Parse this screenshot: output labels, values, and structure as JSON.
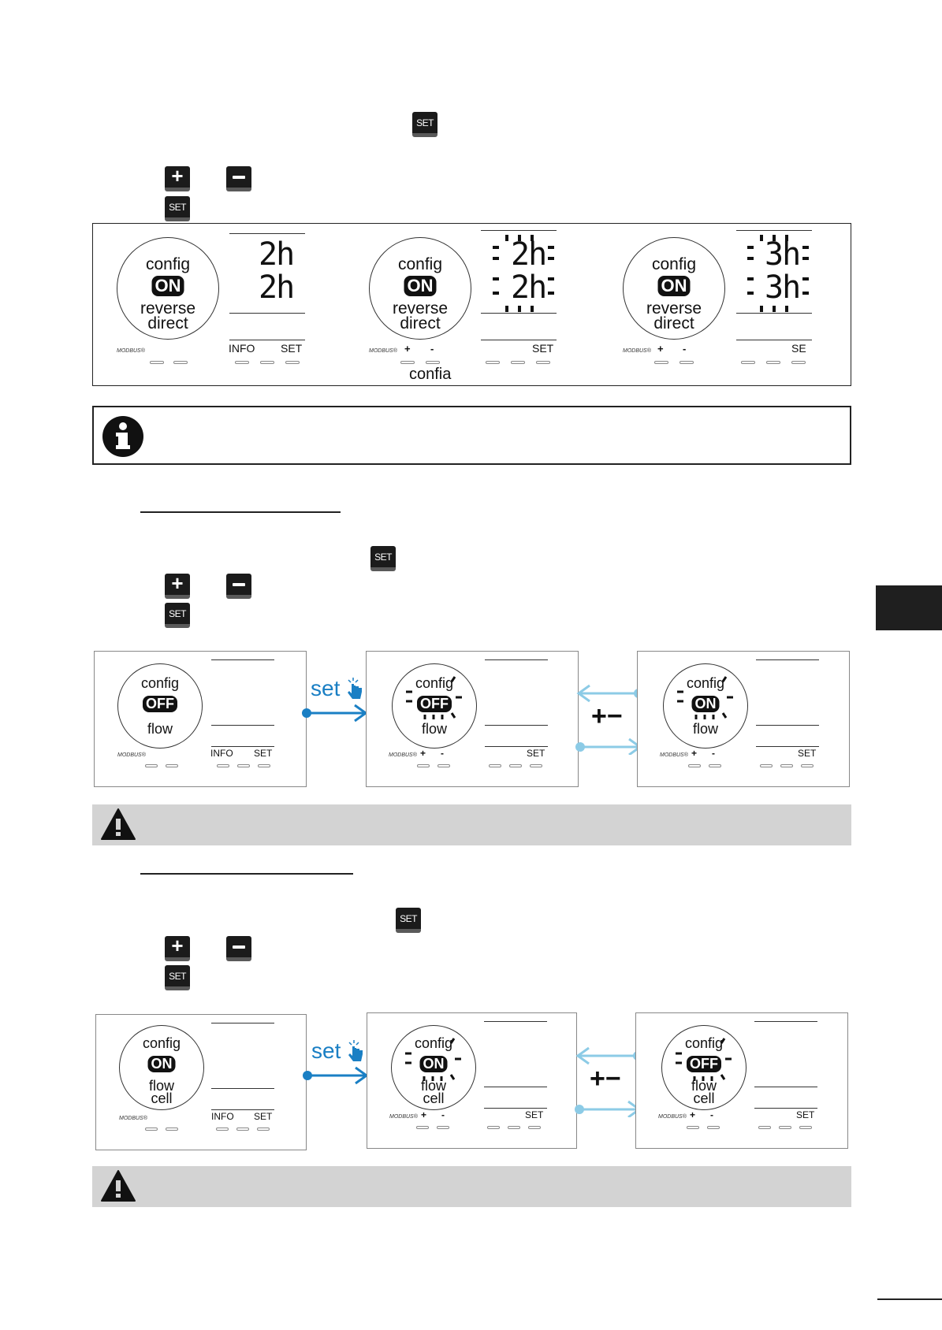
{
  "keys": {
    "set": "SET"
  },
  "section1": {
    "displays": [
      {
        "config": "config",
        "state": "ON",
        "mode1": "reverse",
        "mode2": "direct",
        "value1": "2h",
        "value2": "2h",
        "left_btn": "INFO",
        "right_btn": "SET",
        "modbus": "MODBUS®"
      },
      {
        "config": "config",
        "state": "ON",
        "mode1": "reverse",
        "mode2": "direct",
        "value1": "2h",
        "value2": "2h",
        "plus": "+",
        "minus": "-",
        "right_btn": "SET",
        "modbus": "MODBUS®",
        "caption": "confia"
      },
      {
        "config": "config",
        "state": "ON",
        "mode1": "reverse",
        "mode2": "direct",
        "value1": "3h",
        "value2": "3h",
        "plus": "+",
        "minus": "-",
        "right_btn": "SE",
        "modbus": "MODBUS®"
      }
    ]
  },
  "section2": {
    "panels": [
      {
        "config": "config",
        "state": "OFF",
        "label": "flow",
        "left_btn": "INFO",
        "right_btn": "SET",
        "modbus": "MODBUS®"
      },
      {
        "config": "config",
        "state": "OFF",
        "label": "flow",
        "plus": "+",
        "minus": "-",
        "right_btn": "SET",
        "modbus": "MODBUS®"
      },
      {
        "config": "config",
        "state": "ON",
        "label": "flow",
        "plus": "+",
        "minus": "-",
        "right_btn": "SET",
        "modbus": "MODBUS®"
      }
    ],
    "set_label": "set",
    "plusminus": "+−"
  },
  "section3": {
    "panels": [
      {
        "config": "config",
        "state": "ON",
        "label1": "flow",
        "label2": "cell",
        "left_btn": "INFO",
        "right_btn": "SET",
        "modbus": "MODBUS®"
      },
      {
        "config": "config",
        "state": "ON",
        "label1": "flow",
        "label2": "cell",
        "plus": "+",
        "minus": "-",
        "right_btn": "SET",
        "modbus": "MODBUS®"
      },
      {
        "config": "config",
        "state": "OFF",
        "label1": "flow",
        "label2": "cell",
        "plus": "+",
        "minus": "-",
        "right_btn": "SET",
        "modbus": "MODBUS®"
      }
    ],
    "set_label": "set",
    "plusminus": "+−"
  },
  "colors": {
    "accent_blue": "#1a7fc4",
    "light_blue": "#8ccbe6",
    "warning_band": "#d3d3d3",
    "side_tab": "#1f1f1f"
  },
  "icons": [
    "set-key-icon",
    "plus-key-icon",
    "minus-key-icon",
    "info-icon",
    "warning-icon",
    "hand-pointer-icon"
  ]
}
